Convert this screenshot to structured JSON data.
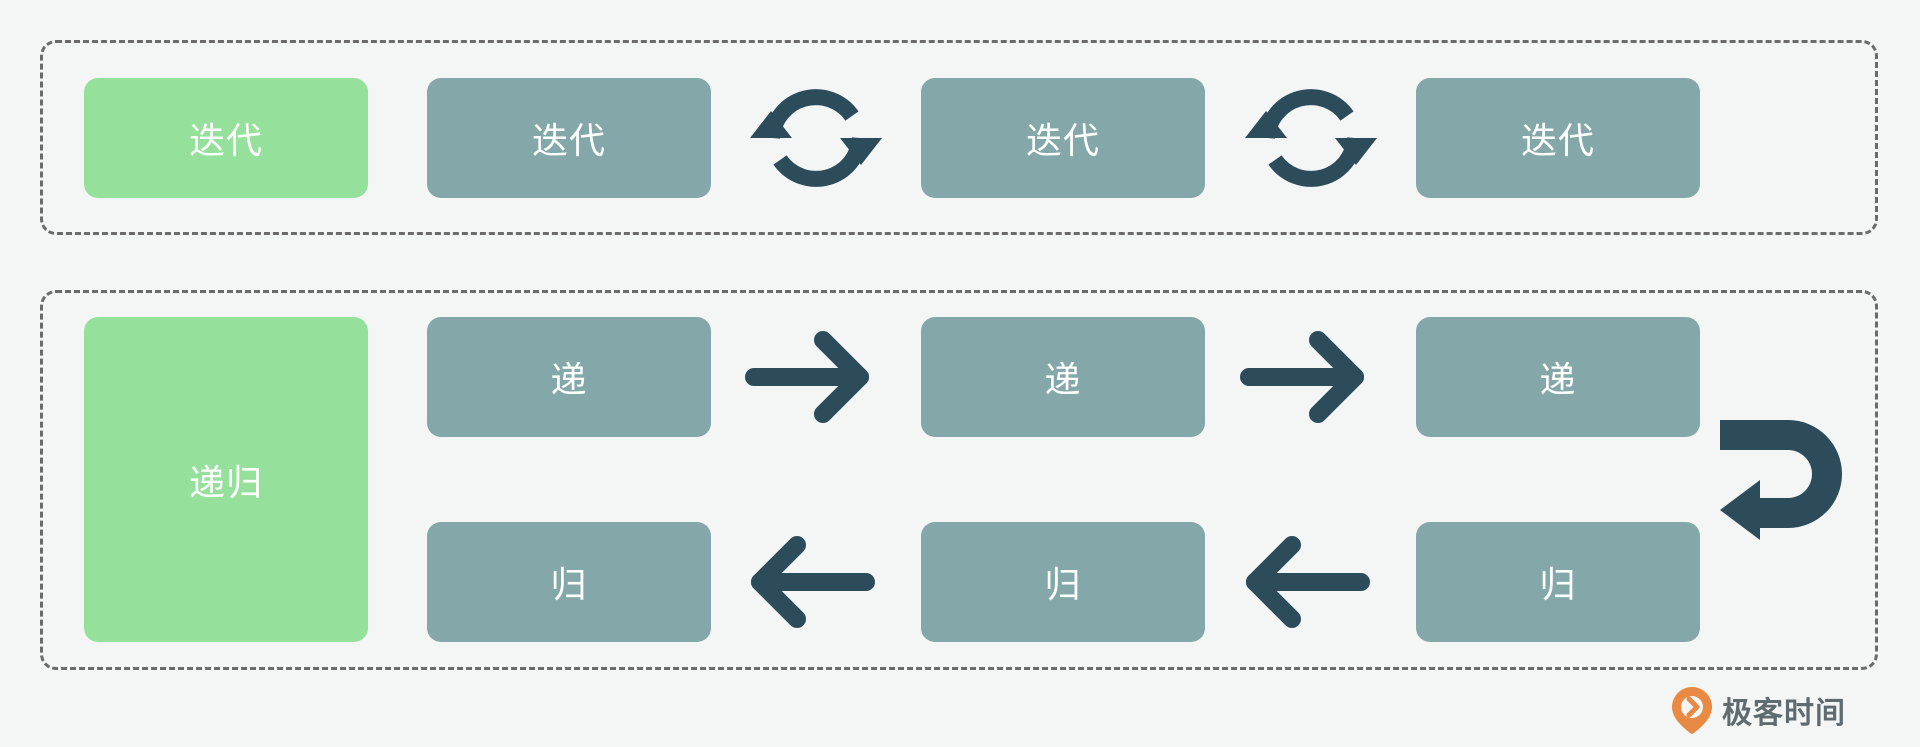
{
  "colors": {
    "label_box": "#95e19c",
    "step_box": "#84a8a9",
    "arrow": "#2c4b5b",
    "panel_border": "#6b6b6b",
    "background": "#f4f6f6"
  },
  "iteration": {
    "label": "迭代",
    "steps": [
      "迭代",
      "迭代",
      "迭代"
    ],
    "connector_icon": "refresh-cycle-icon"
  },
  "recursion": {
    "label": "递归",
    "descend_steps": [
      "递",
      "递",
      "递"
    ],
    "return_steps": [
      "归",
      "归",
      "归"
    ],
    "forward_icon": "arrow-right-icon",
    "turn_icon": "u-turn-icon",
    "backward_icon": "arrow-left-icon"
  },
  "watermark": {
    "text": "极客时间",
    "icon": "geektime-logo-icon"
  }
}
